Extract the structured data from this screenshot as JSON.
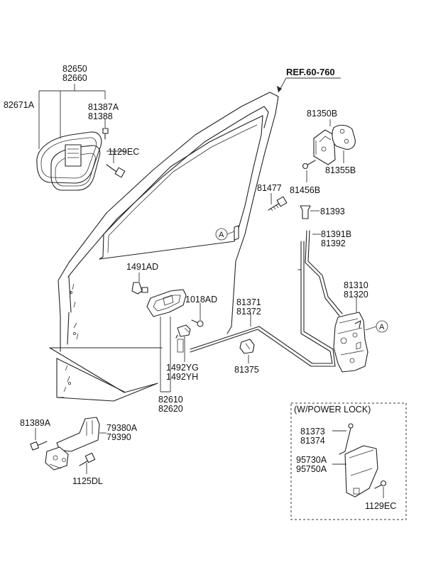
{
  "diagram": {
    "reference": "REF.60-760",
    "inset_title": "(W/POWER LOCK)",
    "callout_marker": "A",
    "labels": {
      "p82650": "82650",
      "p82660": "82660",
      "p82671A": "82671A",
      "p81387A": "81387A",
      "p81388": "81388",
      "p1129EC_a": "1129EC",
      "p81350B": "81350B",
      "p81355B": "81355B",
      "p81456B": "81456B",
      "p81477": "81477",
      "p81393": "81393",
      "p81391B": "81391B",
      "p81392": "81392",
      "p1491AD": "1491AD",
      "p1018AD": "1018AD",
      "p81371": "81371",
      "p81372": "81372",
      "p81310": "81310",
      "p81320": "81320",
      "p1492YG": "1492YG",
      "p1492YH": "1492YH",
      "p81375": "81375",
      "p82610": "82610",
      "p82620": "82620",
      "p81389A": "81389A",
      "p79380A": "79380A",
      "p79390": "79390",
      "p1125DL": "1125DL",
      "p81373": "81373",
      "p81374": "81374",
      "p95730A": "95730A",
      "p95750A": "95750A",
      "p1129EC_b": "1129EC"
    }
  }
}
